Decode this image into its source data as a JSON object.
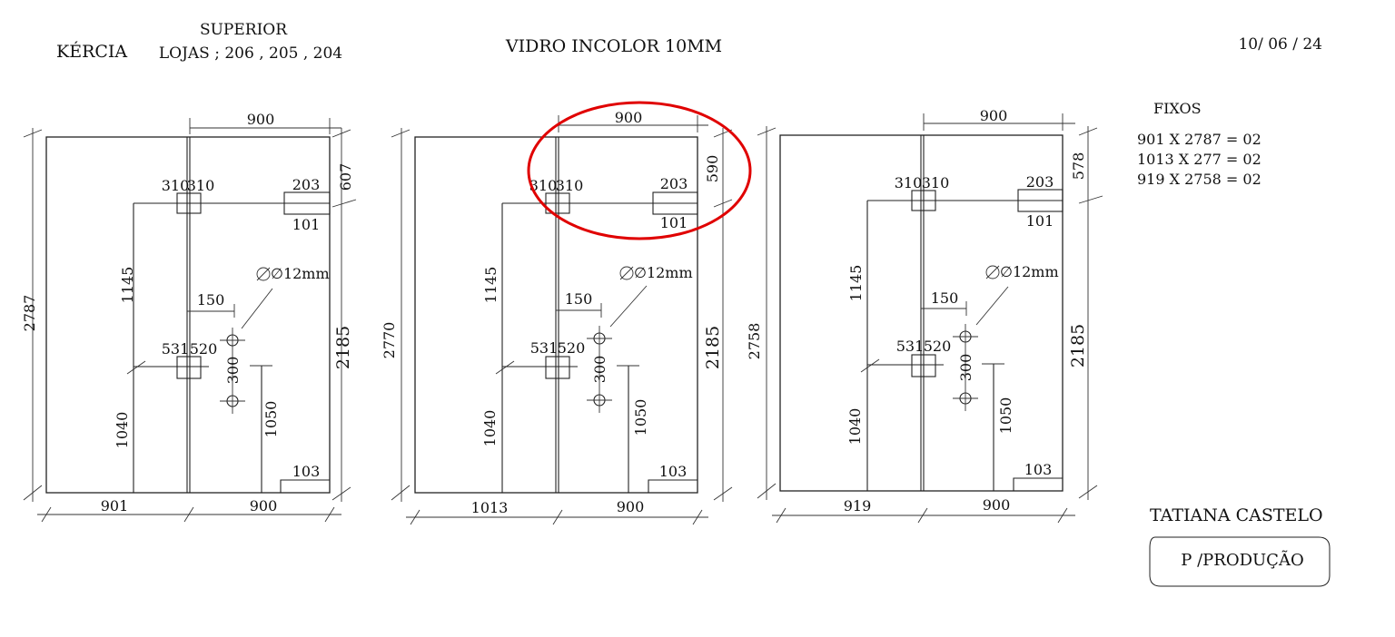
{
  "header": {
    "client": "KÉRCIA",
    "floor": "SUPERIOR",
    "stores": "LOJAS ; 206 , 205 , 204",
    "material": "VIDRO INCOLOR 10MM",
    "date": "10/ 06 / 24"
  },
  "fixed_list": {
    "title": "FIXOS",
    "items": [
      "901 X 2787 = 02",
      "1013 X 277 = 02",
      "919 X 2758 = 02"
    ]
  },
  "footer": {
    "author": "TATIANA CASTELO",
    "stamp": "P /PRODUÇÃO"
  },
  "panels": [
    {
      "height": "2787",
      "fixed_width": "901",
      "door_width_top": "900",
      "door_width_bottom": "900",
      "top_right": "607",
      "right_long": "2185",
      "lock_top_left": "310",
      "lock_top_right": "310",
      "handle_top": "203",
      "handle_bottom": "101",
      "left_upper": "1145",
      "left_lower": "1040",
      "offset": "150",
      "hole": "∅12mm",
      "lock_mid_left": "531",
      "lock_mid_right": "520",
      "hole_spacing": "300",
      "handle_height": "1050",
      "bottom_fitting": "103"
    },
    {
      "height": "2770",
      "fixed_width": "1013",
      "door_width_top": "900",
      "door_width_bottom": "900",
      "top_right": "590",
      "right_long": "2185",
      "lock_top_left": "310",
      "lock_top_right": "310",
      "handle_top": "203",
      "handle_bottom": "101",
      "left_upper": "1145",
      "left_lower": "1040",
      "offset": "150",
      "hole": "∅12mm",
      "lock_mid_left": "531",
      "lock_mid_right": "520",
      "hole_spacing": "300",
      "handle_height": "1050",
      "bottom_fitting": "103"
    },
    {
      "height": "2758",
      "fixed_width": "919",
      "door_width_top": "900",
      "door_width_bottom": "900",
      "top_right": "578",
      "right_long": "2185",
      "lock_top_left": "310",
      "lock_top_right": "310",
      "handle_top": "203",
      "handle_bottom": "101",
      "left_upper": "1145",
      "left_lower": "1040",
      "offset": "150",
      "hole": "∅12mm",
      "lock_mid_left": "531",
      "lock_mid_right": "520",
      "hole_spacing": "300",
      "handle_height": "1050",
      "bottom_fitting": "103"
    }
  ],
  "highlight": {
    "color": "#e00000",
    "target": "panel-2-top-right"
  }
}
